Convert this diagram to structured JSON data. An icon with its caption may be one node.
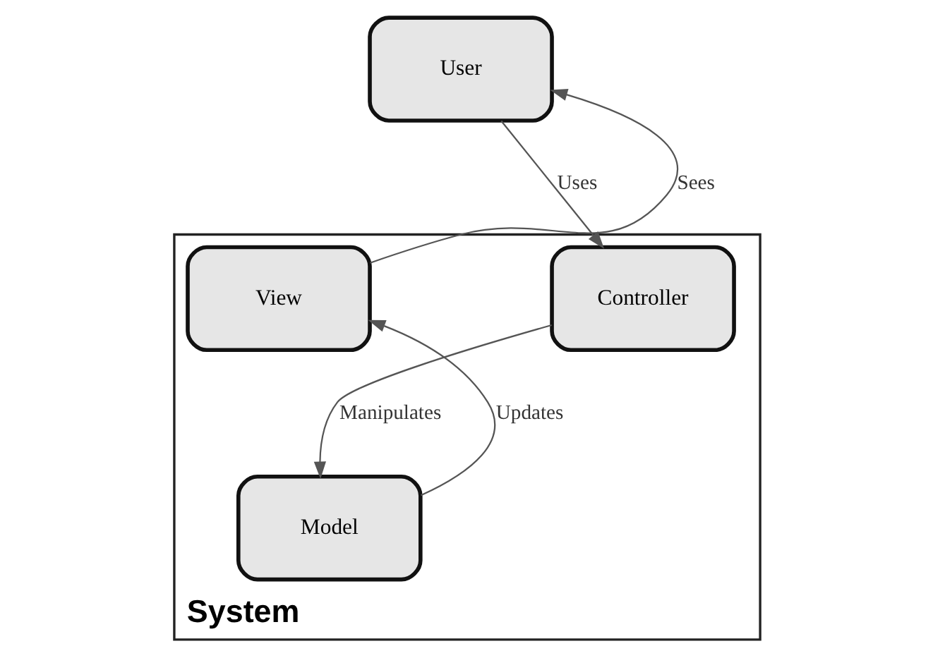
{
  "diagram": {
    "nodes": [
      {
        "text": [
          "User"
        ]
      },
      {
        "text": [
          "System"
        ]
      },
      {
        "text": [
          "View"
        ],
        "in": 1
      },
      {
        "text": [
          "Controller"
        ],
        "in": 1
      },
      {
        "text": [
          "Model"
        ],
        "in": 1
      }
    ],
    "edges": [
      {
        "from": 2,
        "to": 0,
        "arrow": "to",
        "label": "Sees"
      },
      {
        "from": 0,
        "to": 3,
        "arrow": "to",
        "label": "Uses"
      },
      {
        "from": 3,
        "to": 4,
        "arrow": "to",
        "label": "Manipulates"
      },
      {
        "from": 4,
        "to": 2,
        "arrow": "to",
        "label": "Updates"
      }
    ]
  }
}
